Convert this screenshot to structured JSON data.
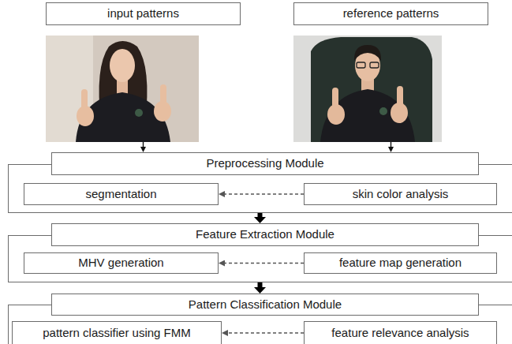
{
  "diagram": {
    "nodes": [
      {
        "text": [
          "input patterns"
        ]
      },
      {
        "text": [
          "reference patterns"
        ]
      },
      {
        "text": [
          "Preprocessing Module"
        ]
      },
      {
        "text": [
          "segmentation"
        ],
        "in": 2
      },
      {
        "text": [
          "skin color analysis"
        ],
        "in": 2
      },
      {
        "text": [
          "Feature Extraction Module"
        ]
      },
      {
        "text": [
          "MHV generation"
        ],
        "in": 5
      },
      {
        "text": [
          "feature map generation"
        ],
        "in": 5
      },
      {
        "text": [
          "Pattern Classification Module"
        ]
      },
      {
        "text": [
          "pattern classifier using FMM"
        ],
        "in": 8
      },
      {
        "text": [
          "feature relevance analysis"
        ],
        "in": 8
      }
    ],
    "edges": [
      {
        "from": 0,
        "to": 2,
        "arrow": "to"
      },
      {
        "from": 1,
        "to": 2,
        "arrow": "to"
      },
      {
        "from": 4,
        "to": 3,
        "arrow": "to"
      },
      {
        "from": 2,
        "to": 5,
        "arrow": "to"
      },
      {
        "from": 7,
        "to": 6,
        "arrow": "to"
      },
      {
        "from": 5,
        "to": 8,
        "arrow": "to"
      },
      {
        "from": 10,
        "to": 9,
        "arrow": "to"
      }
    ]
  }
}
